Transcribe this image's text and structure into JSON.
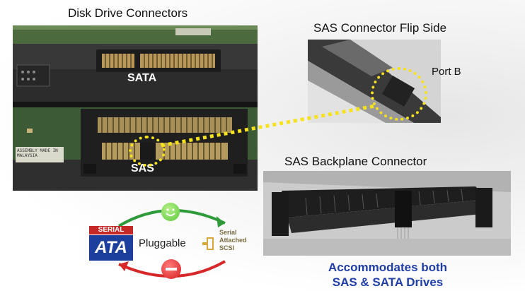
{
  "titles": {
    "disk_drive": "Disk Drive Connectors",
    "flip_side": "SAS Connector Flip Side",
    "backplane": "SAS Backplane Connector"
  },
  "labels": {
    "sata": "SATA",
    "sas": "SAS",
    "port_b": "Port B",
    "assembly": "ASSEMBLY MADE IN MALAYSIA",
    "pluggable": "Pluggable"
  },
  "logos": {
    "sata_serial": "SERIAL",
    "sata_ata": "ATA",
    "sas_lines": [
      "Serial",
      "Attached",
      "SCSI"
    ]
  },
  "caption": {
    "line1": "Accommodates both",
    "line2": "SAS & SATA Drives"
  },
  "colors": {
    "highlight_yellow": "#f5e21c",
    "caption_blue": "#1f3ea8",
    "arrow_green": "#2e9a3a",
    "arrow_red": "#d62828"
  },
  "icons": [
    "smiley-icon",
    "no-entry-icon"
  ]
}
